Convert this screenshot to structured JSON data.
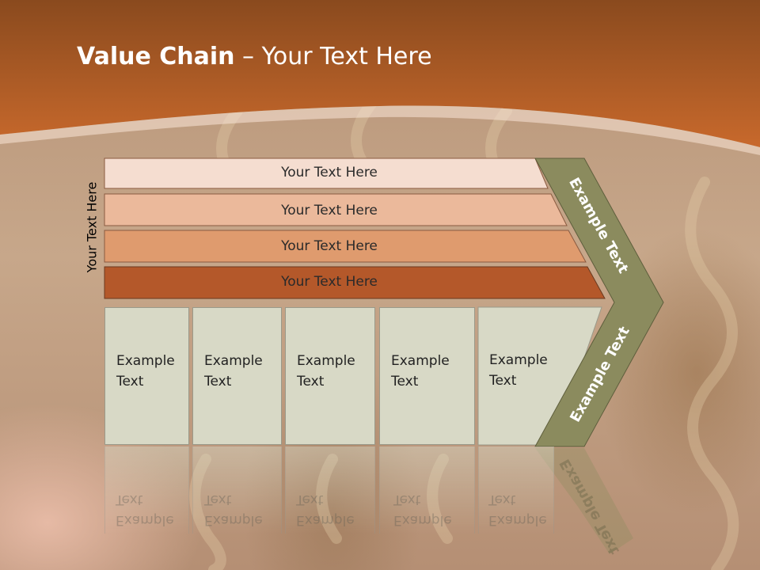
{
  "title": {
    "bold": "Value Chain",
    "rest": " – Your Text Here"
  },
  "side_label": "Your Text Here",
  "bands": [
    "Your Text Here",
    "Your Text Here",
    "Your Text Here",
    "Your Text Here"
  ],
  "boxes": [
    {
      "line1": "Example",
      "line2": "Text"
    },
    {
      "line1": "Example",
      "line2": "Text"
    },
    {
      "line1": "Example",
      "line2": "Text"
    },
    {
      "line1": "Example",
      "line2": "Text"
    },
    {
      "line1": "Example",
      "line2": "Text"
    }
  ],
  "chevron": {
    "upper": "Example Text",
    "lower": "Example Text"
  },
  "colors": {
    "header": "#b85c24",
    "band1": "#f5ddd0",
    "band2": "#ebb99b",
    "band3": "#df9b6e",
    "band4": "#b4582a",
    "chevron": "#8b8b5e",
    "box": "#d8d9c6"
  }
}
